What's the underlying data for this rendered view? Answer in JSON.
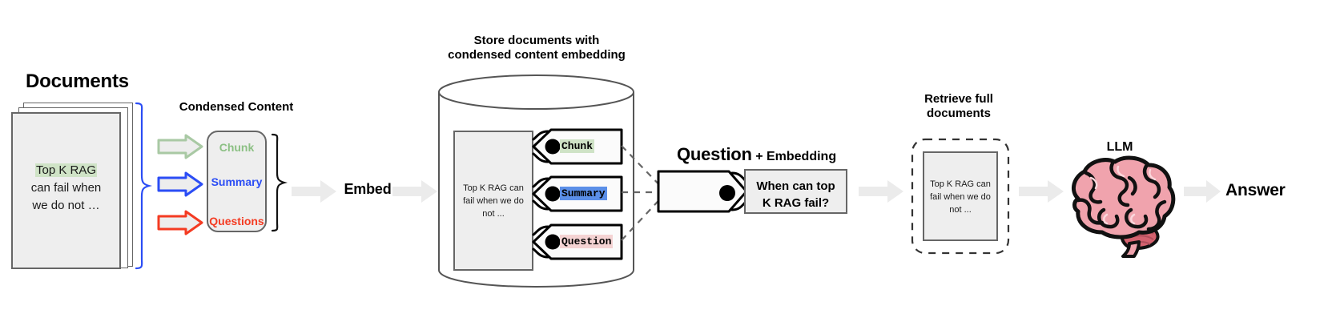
{
  "diagram": {
    "title": "RAG pipeline with condensed content embeddings",
    "colors": {
      "chunk": "#8cc084",
      "summary": "#2b4df5",
      "questions": "#f43b22",
      "chunk_highlight": "#cfe3c6",
      "summary_highlight": "#5b8fe8",
      "question_highlight": "#f4d3d3",
      "doc_highlight": "#cfe3c6",
      "arrow_gray": "#ebebeb",
      "page_fill": "#eeeeee",
      "page_stroke": "#666666",
      "brain_pink": "#f0a3ad",
      "bracket_blue": "#2b4df5"
    }
  },
  "documents": {
    "heading": "Documents",
    "lines": [
      "Top K RAG",
      "can fail when",
      "we do not …"
    ],
    "highlight_line": "Top K RAG"
  },
  "condensed": {
    "heading": "Condensed Content",
    "items": [
      {
        "label": "Chunk",
        "color": "#8cc084"
      },
      {
        "label": "Summary",
        "color": "#2b4df5"
      },
      {
        "label": "Questions",
        "color": "#f43b22"
      }
    ]
  },
  "embed": {
    "label": "Embed"
  },
  "store": {
    "heading_line1": "Store documents with",
    "heading_line2": "condensed content embedding",
    "document_lines": [
      "Top K RAG can",
      "fail when we do",
      "not ..."
    ],
    "tags": [
      {
        "label": "Chunk",
        "highlight": "#cfe3c6"
      },
      {
        "label": "Summary",
        "highlight": "#5b8fe8"
      },
      {
        "label": "Question",
        "highlight": "#f4d3d3"
      }
    ]
  },
  "question": {
    "heading_strong": "Question",
    "heading_rest": " + Embedding",
    "lines": [
      "When can top",
      "K RAG fail?"
    ]
  },
  "retrieve": {
    "heading_line1": "Retrieve full",
    "heading_line2": "documents",
    "document_lines": [
      "Top K RAG can",
      "fail when we do",
      "not ..."
    ]
  },
  "llm": {
    "label": "LLM"
  },
  "answer": {
    "label": "Answer"
  }
}
